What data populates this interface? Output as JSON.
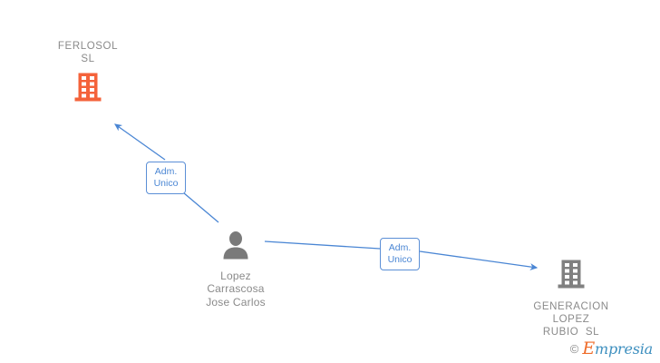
{
  "diagram": {
    "type": "org-relationship-graph",
    "background_color": "#ffffff",
    "nodes": [
      {
        "id": "ferlosol",
        "kind": "company",
        "icon": "building-icon",
        "icon_color": "#f4623a",
        "label_color": "#8a8a8a",
        "label_lines": "FERLOSOL\nSL",
        "label_text": "FERLOSOL SL"
      },
      {
        "id": "person",
        "kind": "person",
        "icon": "person-icon",
        "icon_color": "#7a7a7a",
        "label_color": "#8a8a8a",
        "label_lines": "Lopez\nCarrascosa\nJose Carlos",
        "label_text": "Lopez Carrascosa Jose Carlos"
      },
      {
        "id": "generacion",
        "kind": "company",
        "icon": "building-icon",
        "icon_color": "#808080",
        "label_color": "#8a8a8a",
        "label_lines": "GENERACION\nLOPEZ\nRUBIO  SL",
        "label_text": "GENERACION LOPEZ RUBIO SL"
      }
    ],
    "edges": [
      {
        "id": "edge-1",
        "from": "person",
        "to": "ferlosol",
        "label": "Adm.\nUnico",
        "label_text": "Adm. Unico",
        "color": "#4a86d4",
        "arrow": "end"
      },
      {
        "id": "edge-2",
        "from": "person",
        "to": "generacion",
        "label": "Adm.\nUnico",
        "label_text": "Adm. Unico",
        "color": "#4a86d4",
        "arrow": "end"
      }
    ]
  },
  "watermark": {
    "copyright": "©",
    "brand_initial": "E",
    "brand_rest": "mpresia",
    "brand_text": "Empresia",
    "initial_color": "#ef6c2a",
    "text_color": "#3d8fbf"
  }
}
